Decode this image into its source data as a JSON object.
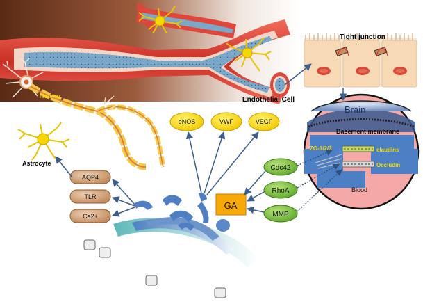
{
  "labels": {
    "neuron": "Neuron",
    "endothelial_cell": "Endothelial Cell",
    "astrocyte": "Astrocyte",
    "tight_junction": "Tight junction",
    "brain": "Brain",
    "basement_membrane": "Basement membrane",
    "blood": "Blood",
    "zo": "ZO-1/2/3",
    "claudins": "claudins",
    "occludin": "Occludin",
    "ga": "GA"
  },
  "effectors": [
    "eNOS",
    "VWF",
    "VEGF"
  ],
  "signals": [
    "Cdc42",
    "RhoA",
    "MMP"
  ],
  "astro_markers": [
    "AQP4",
    "TLR",
    "Ca2+"
  ],
  "colors": {
    "yellow_node": "#f5d800",
    "green_node": "#7cc242",
    "tan_node": "#d6a77e",
    "ga_box": "#f7a90a",
    "arrow": "#3b5e8c",
    "vessel_red": "#e0463a",
    "lumen_blue": "#5a8fb8",
    "brain_bg": "#f4a8a8",
    "membrane_blue": "#4d7fc4"
  }
}
